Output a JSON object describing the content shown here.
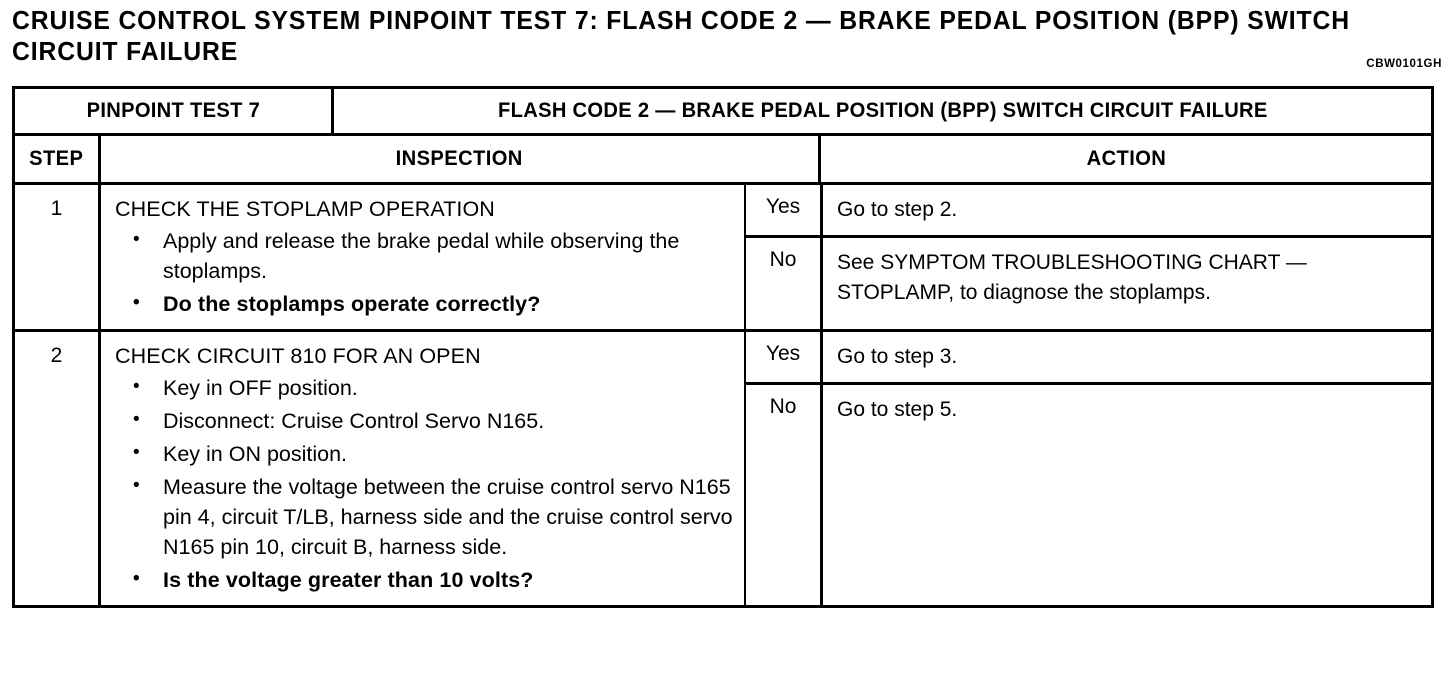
{
  "document": {
    "title": "CRUISE CONTROL SYSTEM PINPOINT TEST 7: FLASH CODE 2 — BRAKE PEDAL POSITION (BPP) SWITCH CIRCUIT FAILURE",
    "code": "CBW0101GH"
  },
  "table": {
    "banner": {
      "left": "PINPOINT TEST 7",
      "right": "FLASH CODE 2 — BRAKE PEDAL POSITION (BPP) SWITCH CIRCUIT FAILURE"
    },
    "columns": {
      "step": "STEP",
      "inspection": "INSPECTION",
      "action": "ACTION"
    },
    "rows": [
      {
        "step": "1",
        "inspection_title": "CHECK THE STOPLAMP OPERATION",
        "bullets": [
          "Apply and release the brake pedal while observing the stoplamps.",
          "Do the stoplamps operate correctly?"
        ],
        "answers": [
          {
            "key": "Yes",
            "value": "Go to step 2."
          },
          {
            "key": "No",
            "value": "See SYMPTOM TROUBLESHOOTING CHART — STOPLAMP,  to diagnose the stoplamps."
          }
        ]
      },
      {
        "step": "2",
        "inspection_title": "CHECK CIRCUIT 810 FOR AN OPEN",
        "bullets": [
          "Key in OFF position.",
          "Disconnect: Cruise Control Servo N165.",
          "Key in ON position.",
          "Measure the voltage between the cruise control servo N165 pin 4, circuit T/LB, harness side and the cruise control servo N165 pin 10, circuit B, harness side.",
          "Is the voltage greater than 10 volts?"
        ],
        "answers": [
          {
            "key": "Yes",
            "value": "Go to step 3."
          },
          {
            "key": "No",
            "value": "Go to step 5."
          }
        ]
      }
    ]
  }
}
